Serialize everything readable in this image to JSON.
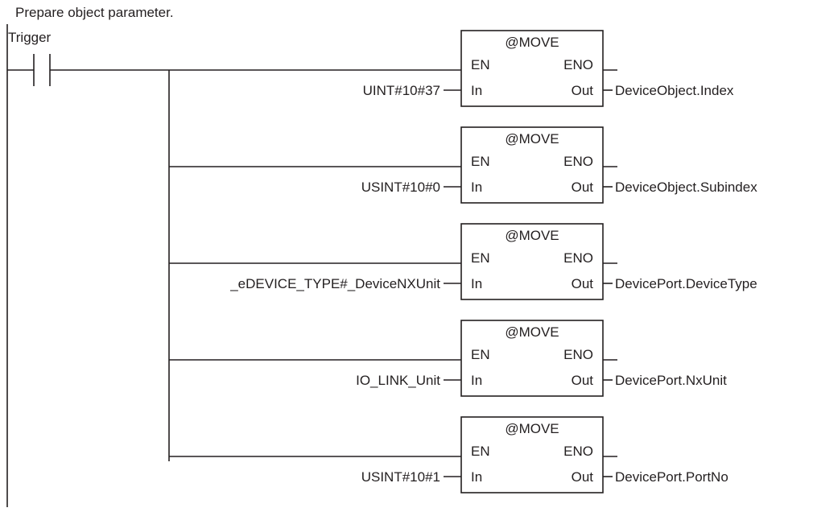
{
  "rung": {
    "comment": "Prepare object parameter.",
    "contact_label": "Trigger"
  },
  "blocks": [
    {
      "name": "@MOVE",
      "en": "EN",
      "eno": "ENO",
      "in_pin": "In",
      "out_pin": "Out",
      "input": "UINT#10#37",
      "output": "DeviceObject.Index"
    },
    {
      "name": "@MOVE",
      "en": "EN",
      "eno": "ENO",
      "in_pin": "In",
      "out_pin": "Out",
      "input": "USINT#10#0",
      "output": "DeviceObject.Subindex"
    },
    {
      "name": "@MOVE",
      "en": "EN",
      "eno": "ENO",
      "in_pin": "In",
      "out_pin": "Out",
      "input": "_eDEVICE_TYPE#_DeviceNXUnit",
      "output": "DevicePort.DeviceType"
    },
    {
      "name": "@MOVE",
      "en": "EN",
      "eno": "ENO",
      "in_pin": "In",
      "out_pin": "Out",
      "input": "IO_LINK_Unit",
      "output": "DevicePort.NxUnit"
    },
    {
      "name": "@MOVE",
      "en": "EN",
      "eno": "ENO",
      "in_pin": "In",
      "out_pin": "Out",
      "input": "USINT#10#1",
      "output": "DevicePort.PortNo"
    }
  ],
  "colors": {
    "line": "#231f20",
    "background": "#ffffff"
  }
}
